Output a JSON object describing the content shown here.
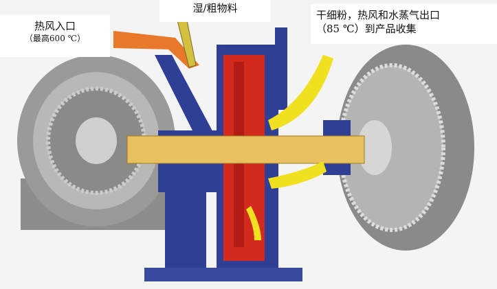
{
  "labels": {
    "hot_air_inlet": "热风入口",
    "hot_air_inlet_temp": "（最高600 ℃）",
    "feed": "湿/粗物料",
    "outlet_line1": "干细粉，热风和水蒸气出口",
    "outlet_line2": "（85 ℃）到产品收集"
  },
  "colors": {
    "housing": "#2e3f95",
    "rotor": "#d42a1e",
    "shaft": "#e8c060",
    "hot_air": "#e8782a",
    "flow_arrow": "#f0e020",
    "disc": "#9a9a98"
  }
}
